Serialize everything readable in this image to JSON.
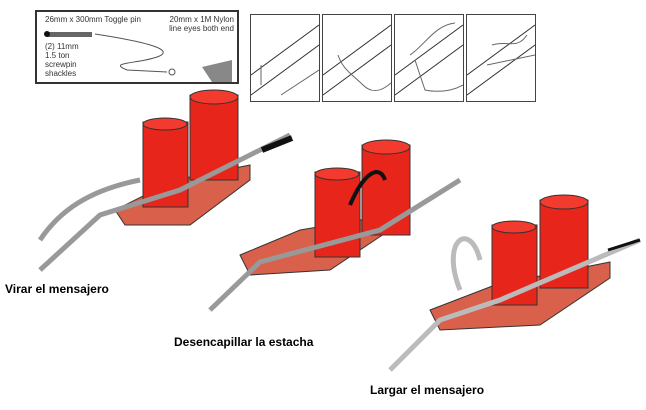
{
  "inset": {
    "toggle_pin": "26mm x 300mm Toggle pin",
    "nylon_line": "20mm x 1M Nylon line eyes both end",
    "shackles": "(2) 11mm 1.5 ton screwpin shackles"
  },
  "steps": [
    {
      "label": "Virar el mensajero"
    },
    {
      "label": "Desencapillar la estacha"
    },
    {
      "label": "Largar el mensajero"
    }
  ],
  "colors": {
    "bitt": "#e8251b",
    "base": "#d9604a",
    "line": "#dddddd"
  }
}
